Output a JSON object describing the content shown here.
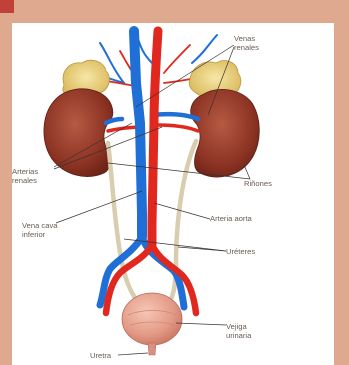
{
  "colors": {
    "background": "#dfa98f",
    "accent_tab": "#c0403a",
    "panel": "#ffffff",
    "vein": "#1f6fd6",
    "artery": "#e0281e",
    "kidney": "#9b3a2a",
    "adrenal": "#e9d17a",
    "ureter": "#d9cdb0",
    "bladder": "#e6a090",
    "label_text": "#6a5a52"
  },
  "labels": {
    "venas_renales": [
      "Venas",
      "renales"
    ],
    "arterias_renales": [
      "Arterias",
      "renales"
    ],
    "rinones": "Riñones",
    "vena_cava_inferior": [
      "Vena cava",
      "inferior"
    ],
    "arteria_aorta": "Arteria aorta",
    "ureteres": "Uréteres",
    "vejiga_urinaria": [
      "Vejiga",
      "urinaria"
    ],
    "uretra": "Uretra"
  }
}
